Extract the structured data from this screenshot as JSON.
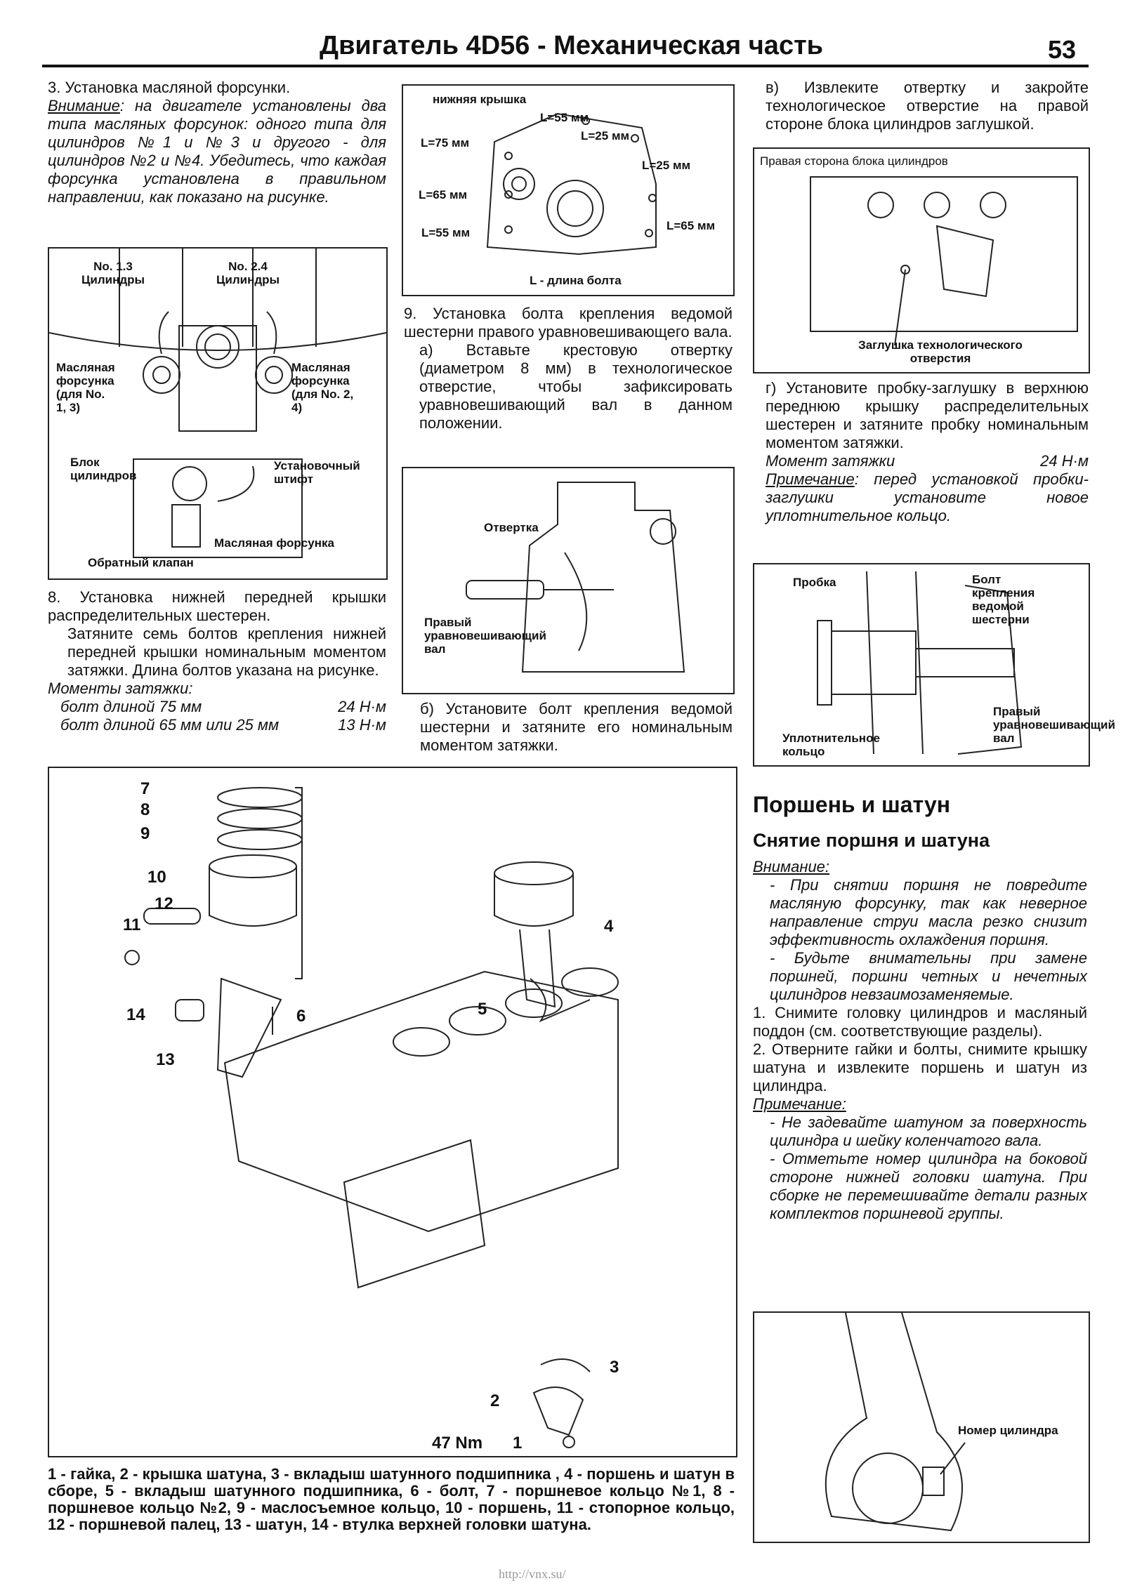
{
  "header": {
    "title": "Двигатель 4D56 - Механическая часть",
    "page_number": "53"
  },
  "col1": {
    "step3": "3. Установка масляной форсунки.",
    "note3_label": "Внимание",
    "note3_text": ": на двигателе установлены два типа масляных форсунок: одного типа для цилиндров №1 и №3 и другого - для цилиндров №2 и №4. Убедитесь, что каждая форсунка установлена в правильном направлении, как показано на рисунке.",
    "fig1": {
      "cyl13": "No. 1.3 Цилиндры",
      "cyl24": "No. 2.4 Цилиндры",
      "nozzle13": "Масляная форсунка (для No. 1, 3)",
      "nozzle24": "Масляная форсунка (для No. 2, 4)",
      "block": "Блок цилиндров",
      "pin": "Установочный штифт",
      "nozzle": "Масляная форсунка",
      "valve": "Обратный клапан"
    },
    "step8": "8. Установка нижней передней крышки распределительных шестерен.",
    "step8_text": "Затяните семь болтов крепления нижней передней крышки номинальным моментом затяжки. Длина болтов указана на рисунке.",
    "torques_label": "Моменты затяжки:",
    "torque1_label": "болт длиной 75 мм",
    "torque1_value": "24 Н·м",
    "torque2_label": "болт длиной 65 мм или 25 мм",
    "torque2_value": "13 Н·м"
  },
  "col2": {
    "fig2": {
      "title": "нижняя крышка",
      "l55a": "L=55 мм",
      "l25a": "L=25 мм",
      "l75": "L=75 мм",
      "l25b": "L=25 мм",
      "l65a": "L=65 мм",
      "l55b": "L=55 мм",
      "l65b": "L=65 мм",
      "caption": "L - длина болта"
    },
    "step9": "9. Установка болта крепления ведомой шестерни правого уравновешивающего вала.",
    "step9a": "а) Вставьте крестовую отвертку (диаметром 8 мм) в технологическое отверстие, чтобы зафиксировать уравновешивающий вал в данном положении.",
    "fig3": {
      "screwdriver": "Отвертка",
      "shaft": "Правый уравновешивающий вал"
    },
    "step9b": "б) Установите болт крепления ведомой шестерни и затяните его номинальным моментом затяжки."
  },
  "col3": {
    "step_v": "в) Извлеките отвертку и закройте технологическое отверстие на правой стороне блока цилиндров заглушкой.",
    "fig4": {
      "title": "Правая сторона блока цилиндров",
      "plug": "Заглушка технологического отверстия"
    },
    "step_g": "г) Установите пробку-заглушку в верхнюю переднюю крышку распределительных шестерен и затяните пробку номинальным моментом затяжки.",
    "torque_label": "Момент затяжки",
    "torque_value": "24 Н·м",
    "note_label": "Примечание",
    "note_text": ": перед установкой пробки-заглушки установите новое уплотнительное кольцо.",
    "fig5": {
      "plug": "Пробка",
      "bolt": "Болт крепления ведомой шестерни",
      "shaft": "Правый уравновешивающий вал",
      "ring": "Уплотнительное кольцо"
    },
    "section_title": "Поршень и шатун",
    "subsection_title": "Снятие поршня и шатуна",
    "attention_label": "Внимание:",
    "attention1": "- При снятии поршня не повредите масляную форсунку, так как неверное направление струи масла резко снизит эффективность охлаждения поршня.",
    "attention2": "- Будьте внимательны при замене поршней, поршни четных и нечетных цилиндров невзаимозаменяемые.",
    "step1": "1. Снимите головку цилиндров и масляный поддон (см. соответствующие разделы).",
    "step2": "2. Отверните гайки и болты, снимите крышку шатуна и извлеките поршень и шатун из цилиндра.",
    "note2_label": "Примечание:",
    "note2a": "- Не задевайте шатуном за поверхность цилиндра и шейку коленчатого вала.",
    "note2b": "- Отметьте номер цилиндра на боковой стороне нижней головки шатуна. При сборке не перемешивайте детали разных комплектов поршневой группы.",
    "fig6": {
      "label": "Номер цилиндра"
    }
  },
  "fig_main": {
    "n7": "7",
    "n8": "8",
    "n9": "9",
    "n10": "10",
    "n11": "11",
    "n12": "12",
    "n4": "4",
    "n5": "5",
    "n14": "14",
    "n6": "6",
    "n13": "13",
    "n3": "3",
    "n2": "2",
    "n1": "1",
    "torque": "47 Nm"
  },
  "legend": "1 - гайка, 2 - крышка шатуна, 3 - вкладыш шатунного подшипника , 4 - поршень и шатун в сборе, 5 - вкладыш шатунного подшипника, 6 - болт, 7 - поршневое кольцо №1, 8 - поршневое кольцо №2, 9 - маслосъемное кольцо, 10 - поршень, 11 - стопорное кольцо, 12 - поршневой палец, 13 - шатун, 14 - втулка верхней головки шатуна.",
  "footer": "http://vnx.su/"
}
